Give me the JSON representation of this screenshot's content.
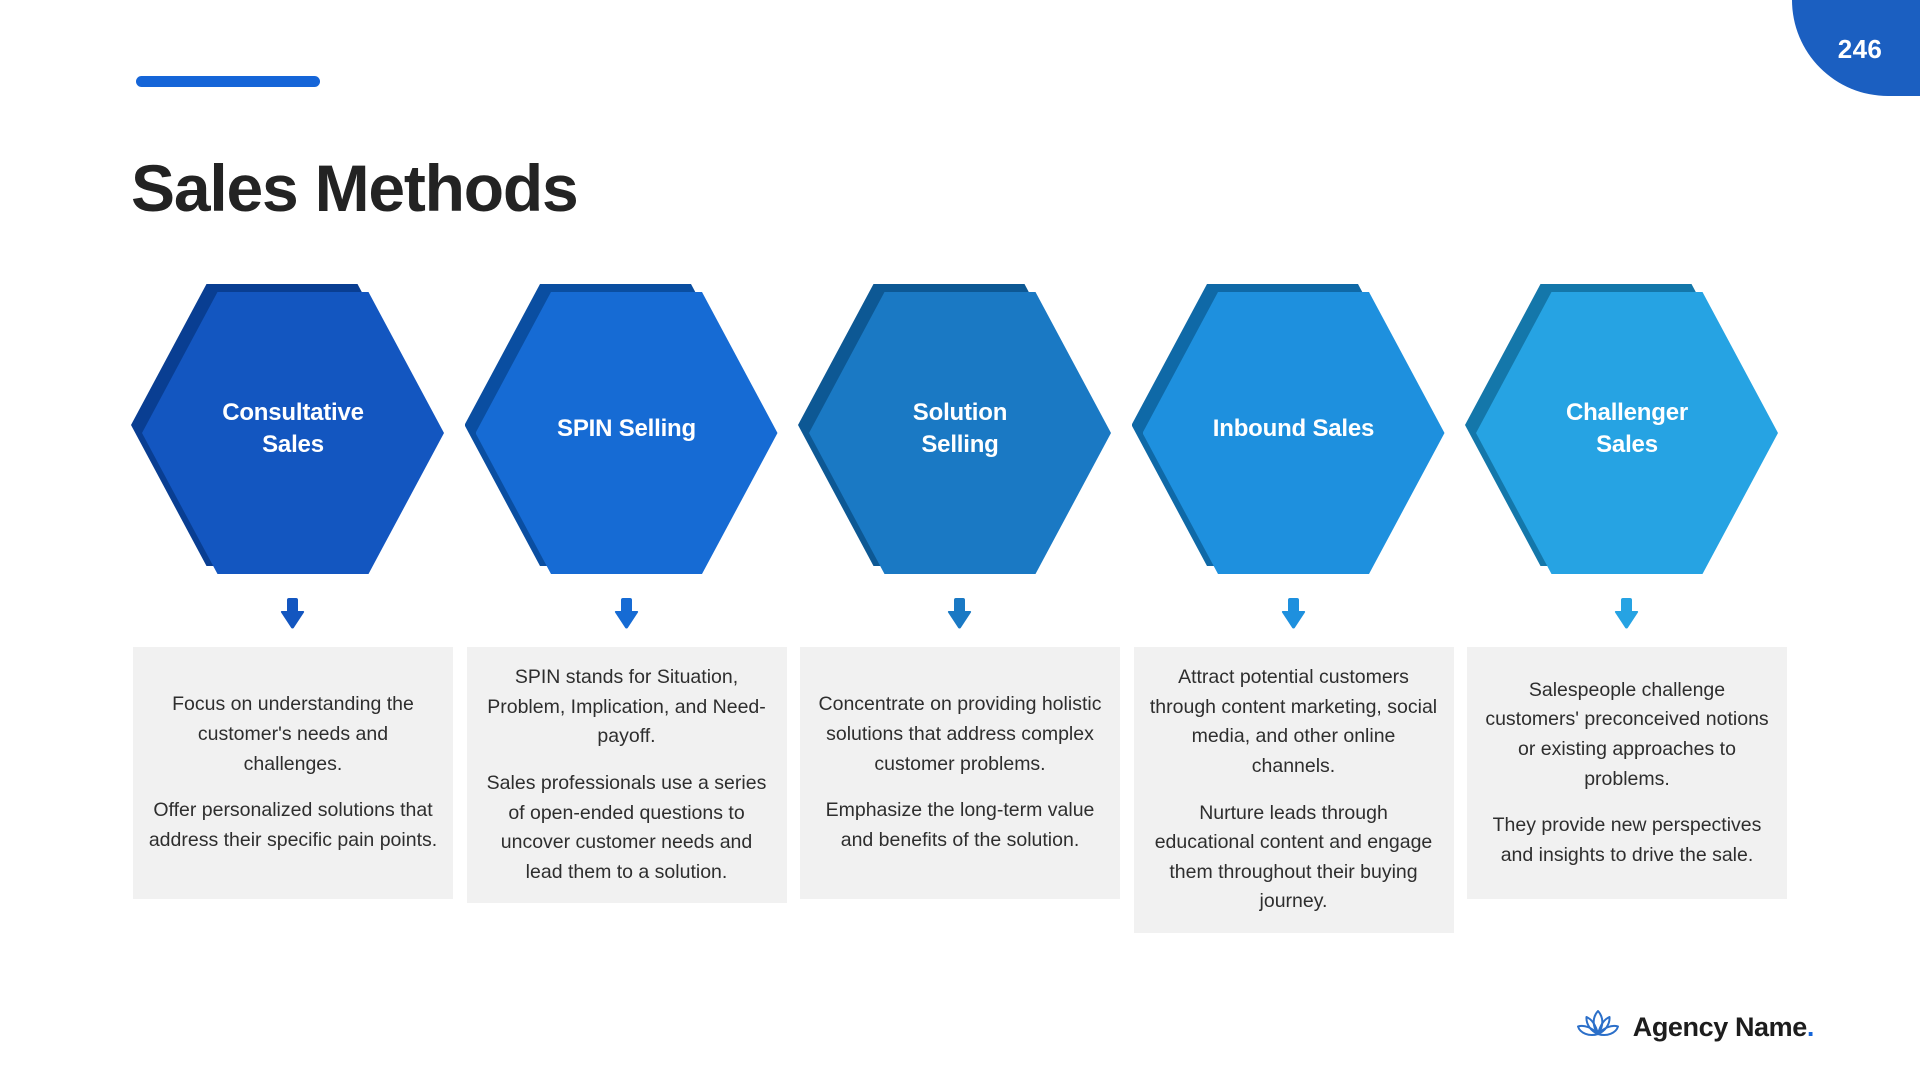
{
  "slide": {
    "page_number": "246",
    "title": "Sales Methods",
    "accent_color": "#1565D8",
    "background_color": "#ffffff",
    "card_background": "#f1f1f1",
    "title_color": "#232323"
  },
  "methods": [
    {
      "name": "Consultative Sales",
      "hex_label": "Consultative\nSales",
      "color": "#1356C0",
      "arrow_icon": "arrow-down-icon",
      "paragraphs": [
        "Focus on understanding the customer's needs and challenges.",
        "Offer personalized solutions that address their specific pain points."
      ]
    },
    {
      "name": "SPIN Selling",
      "hex_label": "SPIN Selling",
      "color": "#166BD4",
      "arrow_icon": "arrow-down-icon",
      "paragraphs": [
        "SPIN stands for Situation, Problem, Implication, and Need-payoff.",
        "Sales professionals use a series of open-ended questions to uncover customer needs and lead them to a solution."
      ]
    },
    {
      "name": "Solution Selling",
      "hex_label": "Solution\nSelling",
      "color": "#1A79C4",
      "arrow_icon": "arrow-down-icon",
      "paragraphs": [
        "Concentrate on providing holistic solutions that address complex customer problems.",
        "Emphasize the long-term value and benefits of the solution."
      ]
    },
    {
      "name": "Inbound Sales",
      "hex_label": "Inbound Sales",
      "color": "#1E90DE",
      "arrow_icon": "arrow-down-icon",
      "paragraphs": [
        "Attract potential customers through content marketing, social media, and other online channels.",
        "Nurture leads through educational content and engage them throughout their buying journey."
      ]
    },
    {
      "name": "Challenger Sales",
      "hex_label": "Challenger\nSales",
      "color": "#26A3E3",
      "arrow_icon": "arrow-down-icon",
      "paragraphs": [
        "Salespeople challenge customers' preconceived notions or existing approaches to problems.",
        "They provide new perspectives and insights to drive the sale."
      ]
    }
  ],
  "footer": {
    "logo_icon": "lotus-icon",
    "brand_name": "Agency Name",
    "brand_dot": "."
  }
}
